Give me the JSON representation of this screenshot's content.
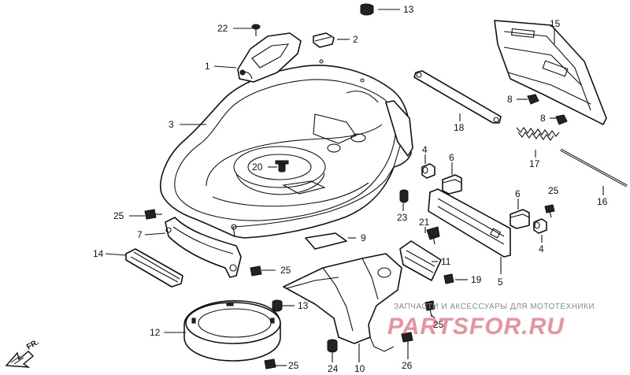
{
  "diagram": {
    "callouts": {
      "c1": "1",
      "c2": "2",
      "c3": "3",
      "c4a": "4",
      "c4b": "4",
      "c5": "5",
      "c6a": "6",
      "c6b": "6",
      "c7": "7",
      "c8a": "8",
      "c8b": "8",
      "c9": "9",
      "c10": "10",
      "c11": "11",
      "c12": "12",
      "c13a": "13",
      "c13b": "13",
      "c14": "14",
      "c15": "15",
      "c16": "16",
      "c17": "17",
      "c18": "18",
      "c19": "19",
      "c20": "20",
      "c21": "21",
      "c22": "22",
      "c23": "23",
      "c24": "24",
      "c25a": "25",
      "c25b": "25",
      "c25c": "25",
      "c25d": "25",
      "c25e": "25",
      "c26": "26"
    },
    "front_marker": "FR.",
    "watermark": {
      "tagline": "ЗАПЧАСТИ И АКСЕССУАРЫ ДЛЯ МОТОТЕХНИКИ",
      "logo": "PARTSFOR.RU"
    }
  }
}
